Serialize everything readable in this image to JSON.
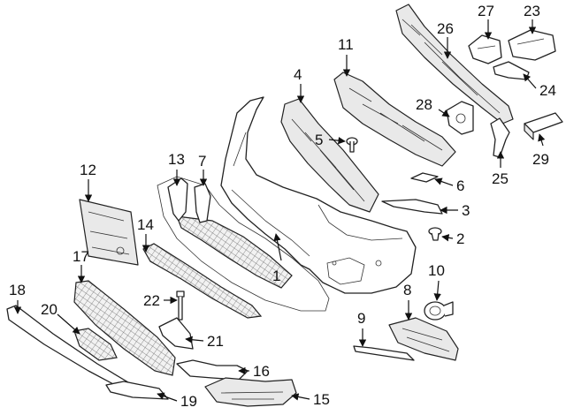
{
  "callouts": [
    "1",
    "2",
    "3",
    "4",
    "5",
    "6",
    "7",
    "8",
    "9",
    "10",
    "11",
    "12",
    "13",
    "14",
    "15",
    "16",
    "17",
    "18",
    "19",
    "20",
    "21",
    "22",
    "23",
    "24",
    "25",
    "26",
    "27",
    "28",
    "29"
  ]
}
